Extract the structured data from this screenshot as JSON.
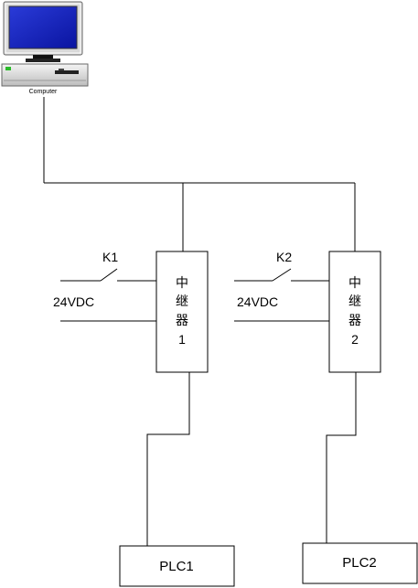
{
  "computer": {
    "label": "Computer"
  },
  "relays": [
    {
      "switch_label": "K1",
      "voltage_label": "24VDC",
      "name_chars": [
        "中",
        "继",
        "器"
      ],
      "number": "1"
    },
    {
      "switch_label": "K2",
      "voltage_label": "24VDC",
      "name_chars": [
        "中",
        "继",
        "器"
      ],
      "number": "2"
    }
  ],
  "plcs": [
    {
      "label": "PLC1"
    },
    {
      "label": "PLC2"
    }
  ]
}
